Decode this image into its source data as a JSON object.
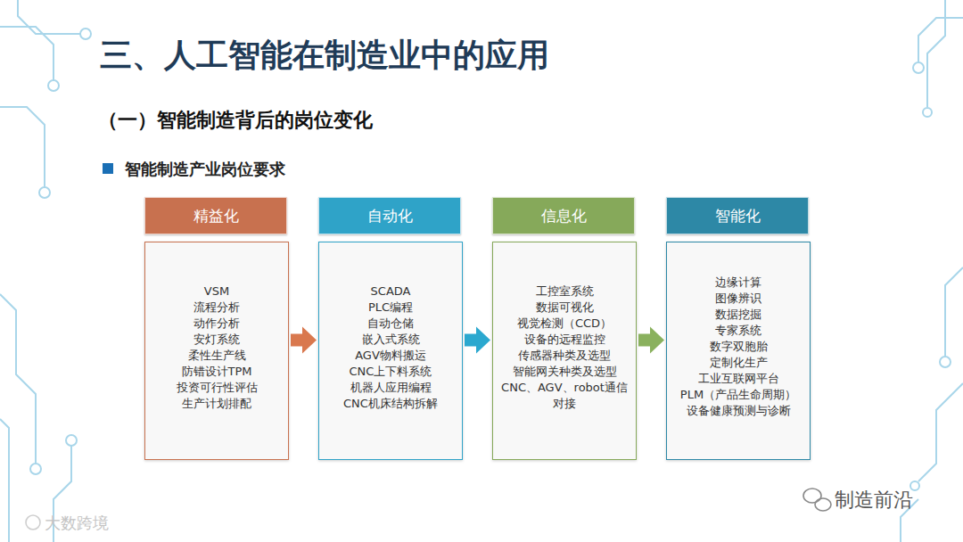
{
  "diagram": {
    "title": "三、人工智能在制造业中的应用",
    "nodes": [
      {
        "text": [
          "精益化"
        ]
      },
      {
        "text": [
          "VSM",
          "流程分析",
          "动作分析",
          "安灯系统",
          "柔性生产线",
          "防错设计TPM",
          "投资可行性评估",
          "生产计划排配"
        ]
      },
      {
        "text": [
          "自动化"
        ]
      },
      {
        "text": [
          "SCADA",
          "PLC编程",
          "自动仓储",
          "嵌入式系统",
          "AGV物料搬运",
          "CNC上下料系统",
          "机器人应用编程",
          "CNC机床结构拆解"
        ]
      },
      {
        "text": [
          "信息化"
        ]
      },
      {
        "text": [
          "工控室系统",
          "数据可视化",
          "视觉检测（CCD）",
          "设备的远程监控",
          "传感器种类及选型",
          "智能网关种类及选型",
          "CNC、AGV、robot通信",
          "对接"
        ]
      },
      {
        "text": [
          "智能化"
        ]
      },
      {
        "text": [
          "边缘计算",
          "图像辨识",
          "数据挖掘",
          "专家系统",
          "数字双胞胎",
          "定制化生产",
          "工业互联网平台",
          "PLM（产品生命周期）",
          "设备健康预测与诊断"
        ]
      }
    ],
    "edges": [
      {
        "from": 1,
        "to": 3,
        "arrow": "to"
      },
      {
        "from": 3,
        "to": 5,
        "arrow": "to"
      },
      {
        "from": 5,
        "to": 7,
        "arrow": "to"
      }
    ],
    "labels": [
      "（一）智能制造背后的岗位变化",
      "智能制造产业岗位要求",
      "制造前沿",
      "大数跨境"
    ]
  }
}
